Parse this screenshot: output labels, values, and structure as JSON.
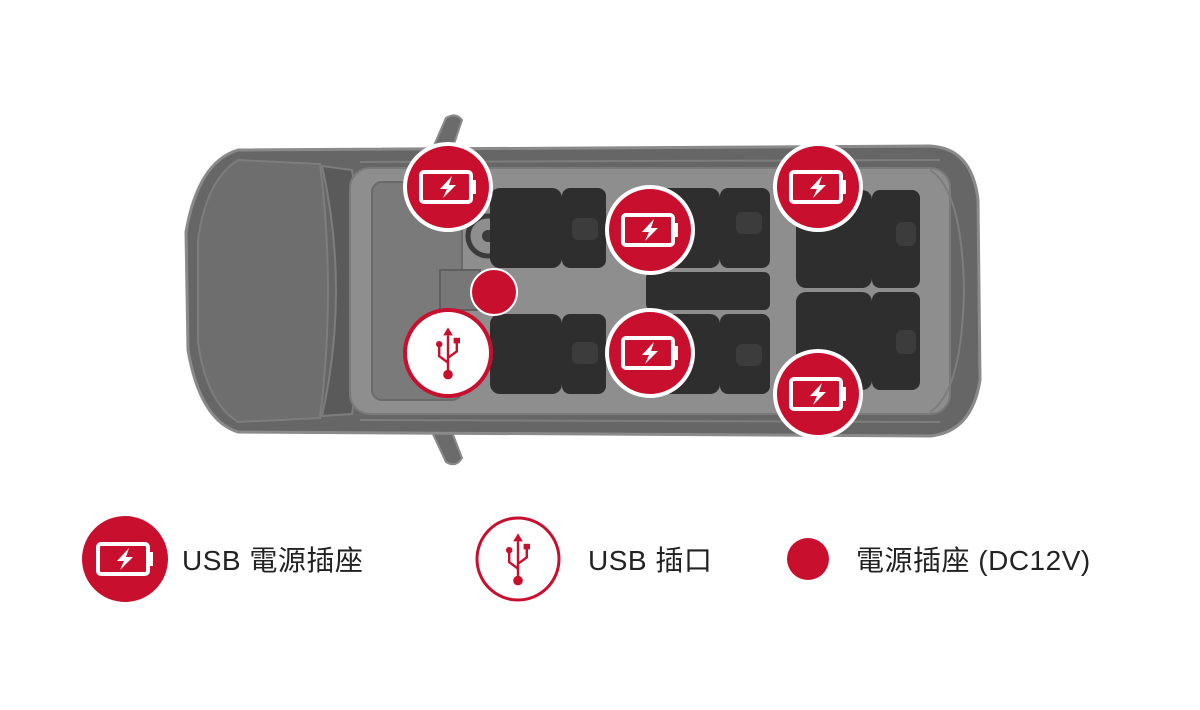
{
  "colors": {
    "accent": "#c8102e",
    "car_body": "#666666",
    "car_roof": "#5a5a5a",
    "car_outline": "#8a8a8a",
    "seats": "#2e2e2e",
    "floor": "#9a9a9a"
  },
  "markers": [
    {
      "type": "usb-power-socket",
      "icon": "battery-bolt-icon"
    },
    {
      "type": "usb-power-socket",
      "icon": "battery-bolt-icon"
    },
    {
      "type": "usb-power-socket",
      "icon": "battery-bolt-icon"
    },
    {
      "type": "usb-power-socket",
      "icon": "battery-bolt-icon"
    },
    {
      "type": "usb-power-socket",
      "icon": "battery-bolt-icon"
    },
    {
      "type": "usb-port",
      "icon": "usb-icon"
    },
    {
      "type": "dc12v-socket",
      "icon": "red-dot-icon"
    }
  ],
  "legend": [
    {
      "icon": "battery-bolt-icon",
      "label": "USB 電源插座"
    },
    {
      "icon": "usb-icon",
      "label": "USB 插口"
    },
    {
      "icon": "red-dot-icon",
      "label": "電源插座 (DC12V)"
    }
  ]
}
